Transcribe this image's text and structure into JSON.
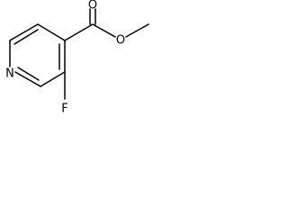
{
  "molecule": {
    "atoms": {
      "carbonyl_oxygen": "O",
      "ester_oxygen": "O",
      "ring_nitrogen": "N",
      "fluorine": "F"
    }
  },
  "colors": {
    "bond": "#000000",
    "label": "#000000",
    "background": "#ffffff"
  }
}
